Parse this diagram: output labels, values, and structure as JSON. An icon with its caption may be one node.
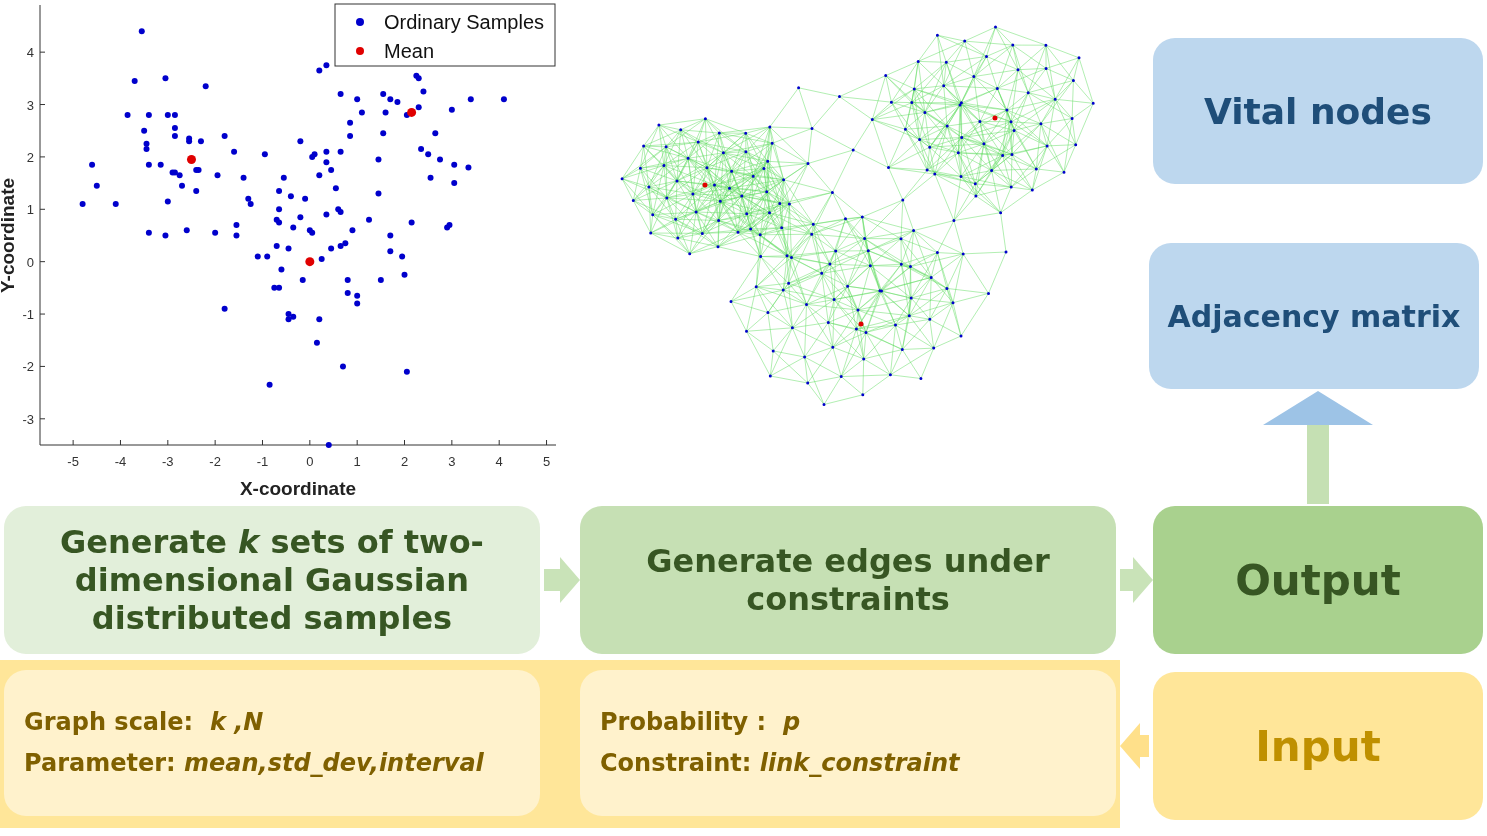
{
  "diagram": {
    "nodes": [
      {
        "text": [
          "Vital nodes"
        ]
      },
      {
        "text": [
          "Adjacency matrix"
        ]
      },
      {
        "text": [
          "Generate *k* sets of two-dimensional Gaussian distributed samples"
        ]
      },
      {
        "text": [
          "Generate edges under constraints"
        ]
      },
      {
        "text": [
          "Output"
        ]
      },
      {
        "text": [],
        "shape": "box"
      },
      {
        "text": [
          "Graph scale:  *k ,N*",
          "Parameter: *mean,std_dev,interval*"
        ],
        "in": 5
      },
      {
        "text": [
          "Probability :  *p*",
          "Constraint: *link_constraint*"
        ],
        "in": 5
      },
      {
        "text": [
          "Input"
        ]
      }
    ],
    "edges": [
      {
        "from": 2,
        "to": 3,
        "arrow": "to"
      },
      {
        "from": 3,
        "to": 4,
        "arrow": "to"
      },
      {
        "from": 4,
        "to": 1,
        "arrow": "to"
      },
      {
        "from": 8,
        "to": 5,
        "arrow": "to"
      }
    ],
    "chart_data": {
      "type": "scatter",
      "legend": "top right",
      "xlabel": "X-coordinate",
      "ylabel": "Y-coordinate",
      "xlim": [
        -5.7,
        5.2
      ],
      "ylim": [
        -3.5,
        4.9
      ],
      "xticks": [
        -5,
        -4,
        -3,
        -2,
        -1,
        0,
        1,
        2,
        3,
        4,
        5
      ],
      "yticks": [
        -3,
        -2,
        -1,
        0,
        1,
        2,
        3,
        4
      ],
      "series": [
        {
          "name": "Ordinary Samples",
          "color": "#0000cc",
          "x": [
            -3.55,
            -3.7,
            -3.05,
            -2.2,
            -3.85,
            -3.4,
            -3.0,
            -2.85,
            -3.5,
            -2.85,
            -2.85,
            -3.45,
            -3.45,
            -2.55,
            -2.55,
            -2.3,
            -1.8,
            -4.6,
            -3.4,
            -3.15,
            -2.9,
            -2.85,
            -2.75,
            -2.4,
            -2.35,
            -1.95,
            -1.6,
            -4.5,
            -2.7,
            -2.4,
            -1.4,
            -1.3,
            -1.25,
            -4.8,
            -4.1,
            -3.0,
            -3.4,
            -3.05,
            -2.6,
            -2.0,
            -1.55,
            -1.55,
            -1.8,
            -0.95,
            -0.2,
            0.05,
            0.1,
            0.35,
            0.35,
            0.65,
            0.45,
            0.2,
            -0.55,
            -0.65,
            -0.4,
            -0.1,
            0.55,
            -0.65,
            -0.7,
            -0.65,
            -0.2,
            -0.35,
            0.0,
            0.05,
            0.35,
            0.6,
            0.65,
            0.9,
            1.25,
            1.45,
            -1.1,
            -0.9,
            -0.7,
            -0.45,
            0.25,
            0.45,
            0.65,
            0.75,
            -0.6,
            -0.15,
            -0.75,
            -0.65,
            -0.45,
            -0.45,
            -0.35,
            0.2,
            0.8,
            0.8,
            1.0,
            1.0,
            0.15,
            0.7,
            -0.85,
            0.4,
            0.2,
            0.35,
            0.65,
            1.0,
            1.1,
            0.85,
            0.85,
            1.55,
            1.7,
            1.85,
            1.6,
            2.05,
            2.3,
            2.25,
            2.3,
            2.4,
            1.55,
            2.65,
            3.0,
            3.4,
            4.1,
            2.35,
            2.5,
            2.75,
            1.45,
            3.05,
            3.35,
            2.55,
            3.05,
            1.7,
            2.15,
            2.95,
            2.9,
            1.7,
            1.95,
            1.5,
            2.0,
            2.05
          ],
          "values": [
            4.4,
            3.45,
            3.5,
            3.35,
            2.8,
            2.8,
            2.8,
            2.8,
            2.5,
            2.55,
            2.4,
            2.25,
            2.15,
            2.35,
            2.3,
            2.3,
            2.4,
            1.85,
            1.85,
            1.85,
            1.7,
            1.7,
            1.65,
            1.75,
            1.75,
            1.65,
            2.1,
            1.45,
            1.45,
            1.35,
            1.6,
            1.2,
            1.1,
            1.1,
            1.1,
            1.15,
            0.55,
            0.5,
            0.6,
            0.55,
            0.7,
            0.5,
            -0.9,
            2.05,
            2.3,
            2.0,
            2.05,
            2.1,
            1.9,
            2.1,
            1.75,
            1.65,
            1.6,
            1.35,
            1.25,
            1.2,
            1.4,
            1.0,
            0.8,
            0.75,
            0.85,
            0.65,
            0.6,
            0.55,
            0.9,
            1.0,
            0.95,
            0.6,
            0.8,
            1.3,
            0.1,
            0.1,
            0.3,
            0.25,
            0.05,
            0.25,
            0.3,
            0.35,
            -0.15,
            -0.35,
            -0.5,
            -0.5,
            -1.0,
            -1.1,
            -1.05,
            -1.1,
            -0.35,
            -0.6,
            -0.65,
            -0.8,
            -1.55,
            -2.0,
            -2.35,
            -3.5,
            3.65,
            3.75,
            3.2,
            3.1,
            2.85,
            2.65,
            2.4,
            3.2,
            3.1,
            3.05,
            2.85,
            2.8,
            2.95,
            3.55,
            3.5,
            3.25,
            2.45,
            2.45,
            2.9,
            3.1,
            3.1,
            2.15,
            2.05,
            1.95,
            1.95,
            1.85,
            1.8,
            1.6,
            1.5,
            0.5,
            0.75,
            0.7,
            0.65,
            0.2,
            0.1,
            -0.35,
            -0.25,
            -2.1
          ]
        },
        {
          "name": "Mean",
          "color": "#e00000",
          "x": [
            -2.5,
            0,
            2.15
          ],
          "values": [
            1.95,
            0,
            2.85
          ]
        }
      ]
    }
  }
}
